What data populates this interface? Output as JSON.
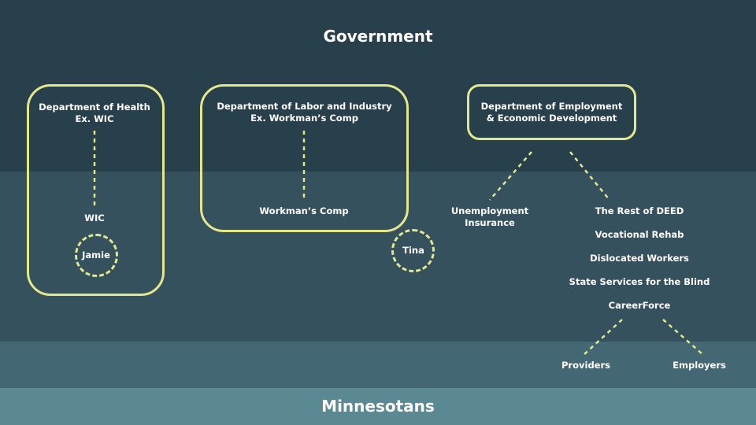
{
  "top_label": "Government",
  "bottom_label": "Minnesotans",
  "health": {
    "title": "Department of Health",
    "example": "Ex. WIC",
    "child": "WIC",
    "person": "Jamie"
  },
  "labor": {
    "title": "Department of Labor and Industry",
    "example": "Ex. Workman’s Comp",
    "child": "Workman’s Comp",
    "person": "Tina"
  },
  "deed": {
    "title_line1": "Department of Employment",
    "title_line2": "& Economic Development",
    "ui_line1": "Unemployment",
    "ui_line2": "Insurance",
    "rest": [
      "The Rest of DEED",
      "Vocational Rehab",
      "Dislocated Workers",
      "State Services for the Blind",
      "CareerForce"
    ],
    "careerforce_children": [
      "Providers",
      "Employers"
    ]
  },
  "colors": {
    "accent": "#e3e88a",
    "government_band": "#283f4c",
    "middle_band": "#35515d",
    "lower_band": "#446873",
    "minnesotans_band": "#5a8893"
  }
}
